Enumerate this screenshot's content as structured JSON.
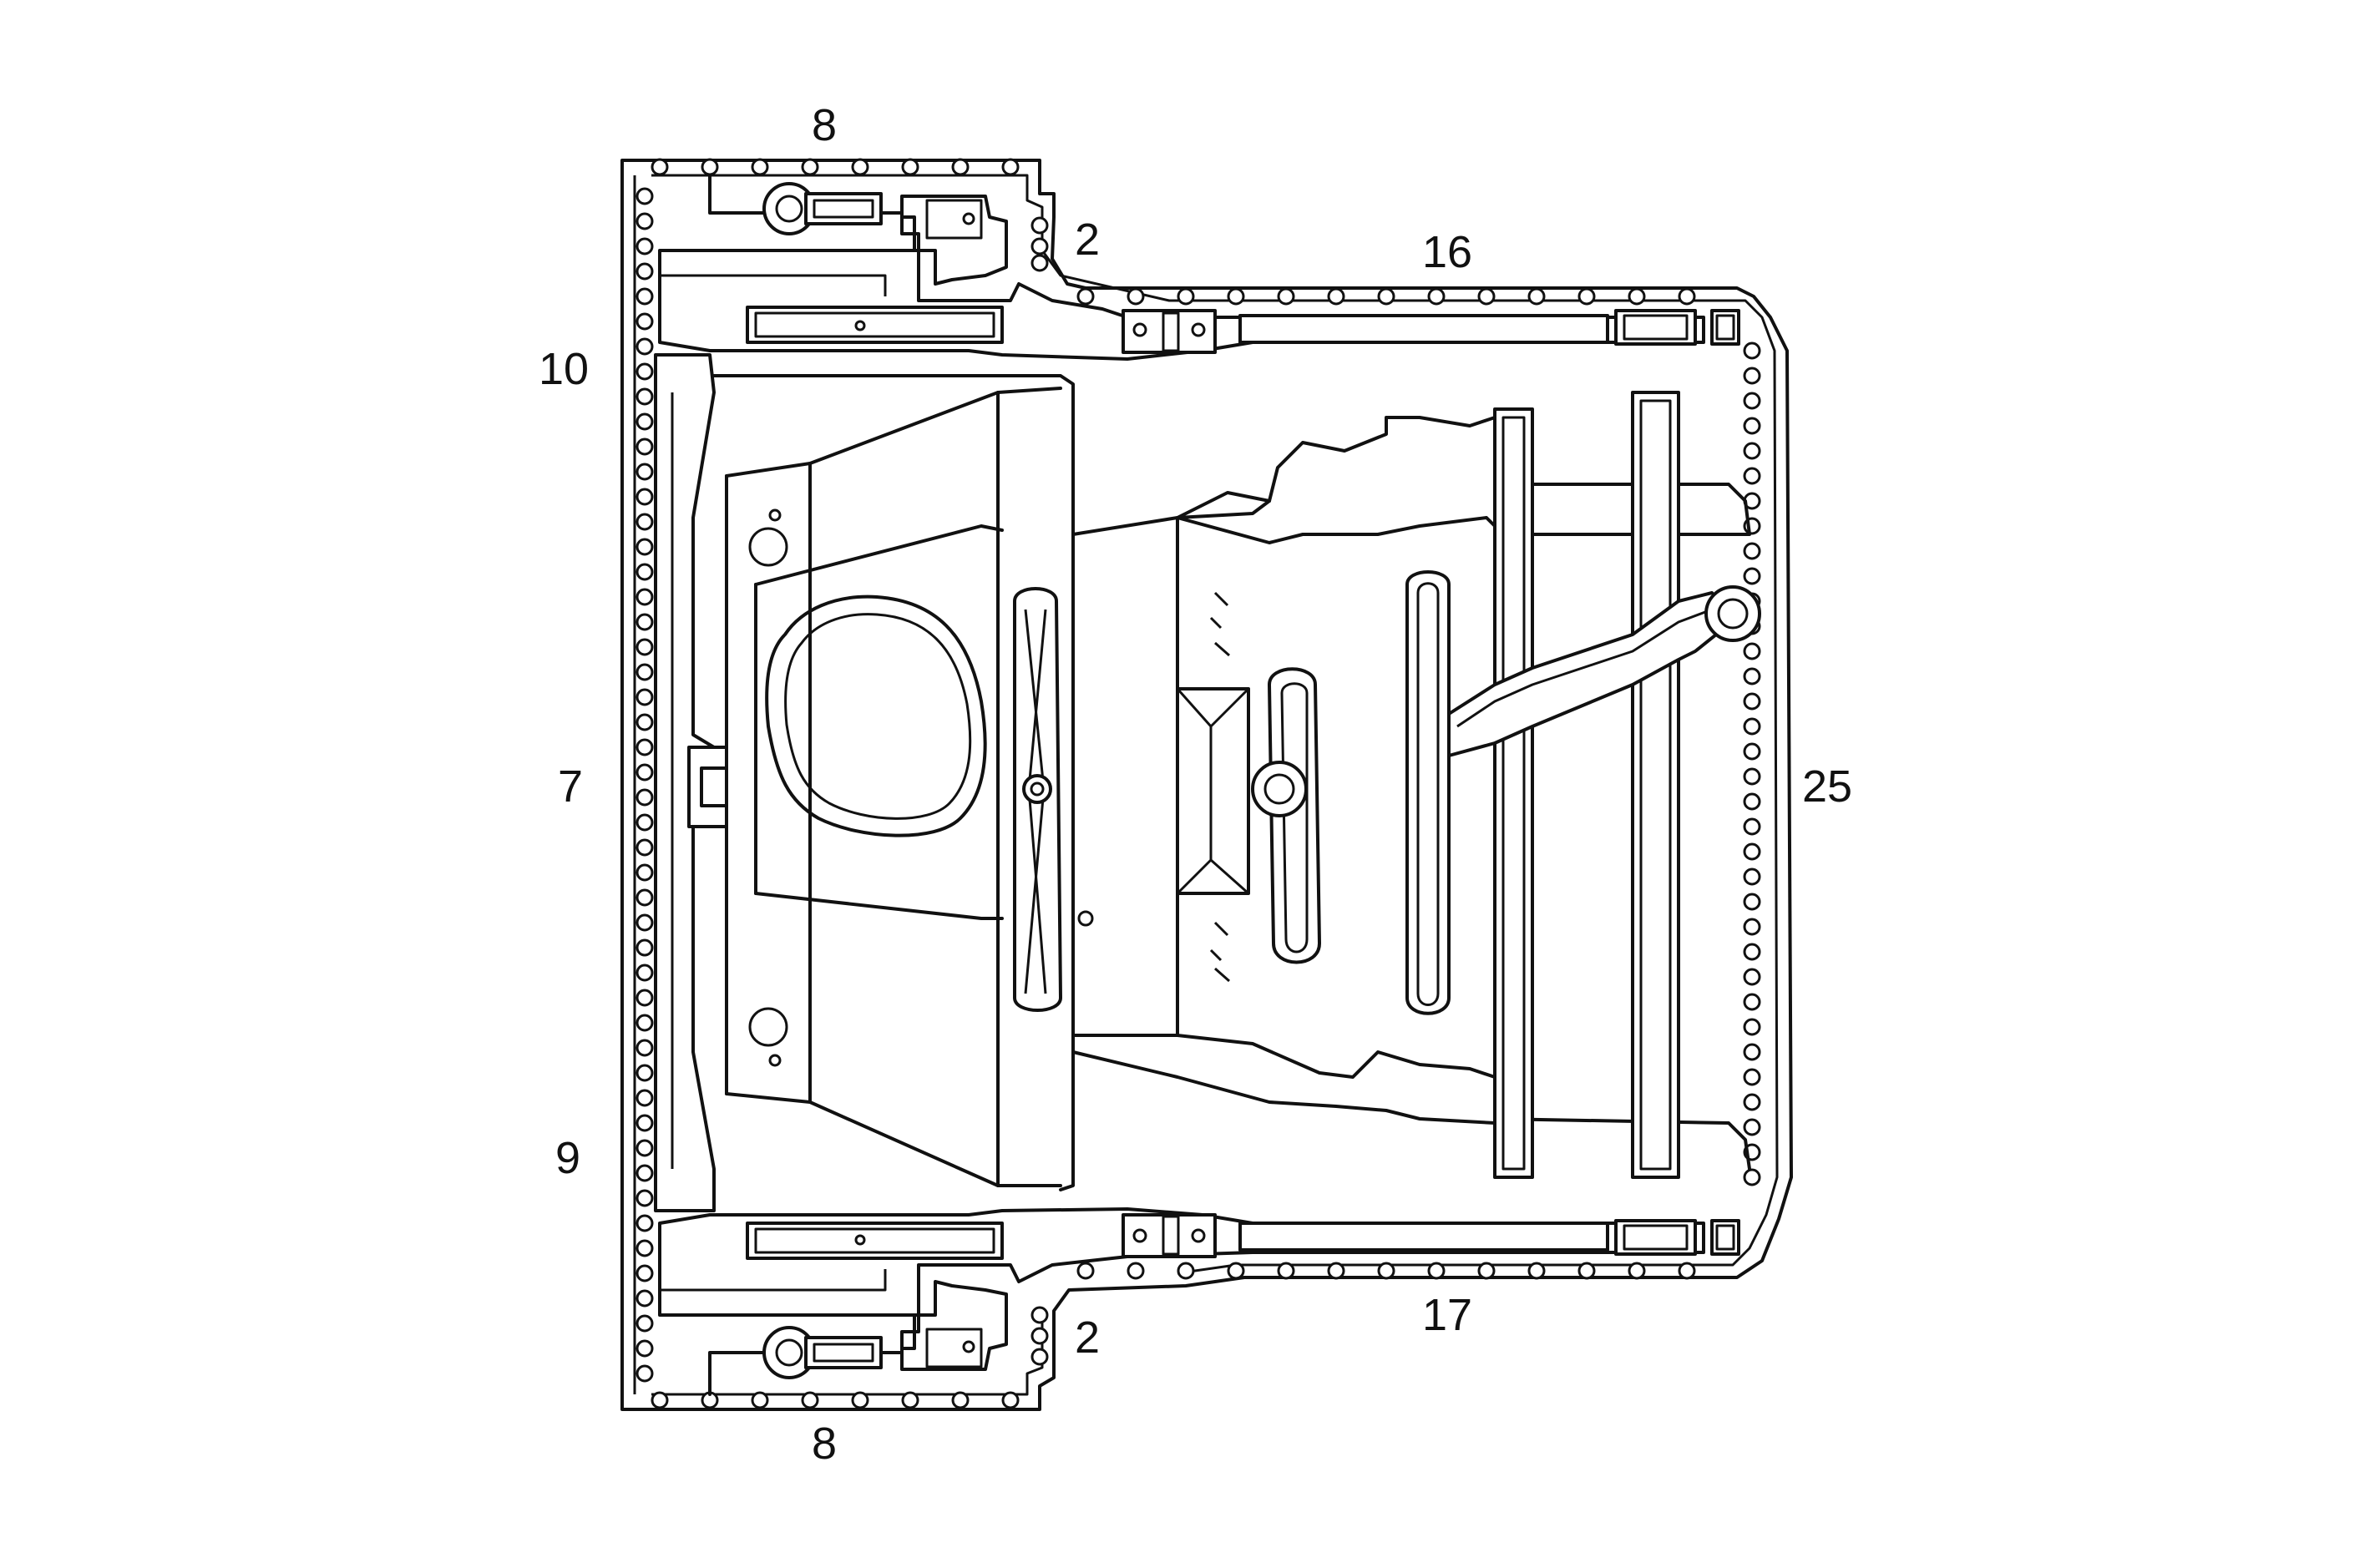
{
  "callouts": {
    "top_left_8": "8",
    "bottom_left_8": "8",
    "top_2": "2",
    "bottom_2": "2",
    "top_16": "16",
    "bottom_17": "17",
    "left_10": "10",
    "left_7": "7",
    "left_9": "9",
    "right_25": "25"
  },
  "colors": {
    "line": "#111111",
    "background": "#ffffff"
  }
}
